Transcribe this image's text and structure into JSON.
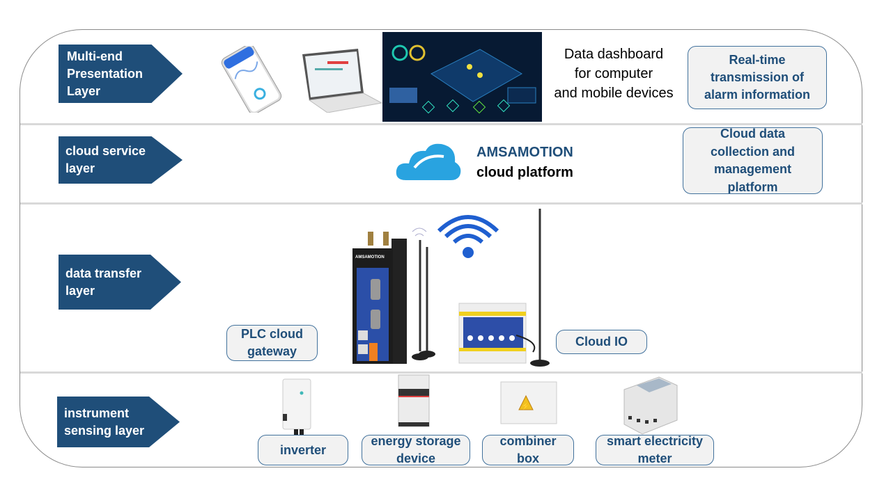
{
  "layers": [
    {
      "label": "Multi-end\nPresentation\n Layer"
    },
    {
      "label": "cloud service\nlayer"
    },
    {
      "label": "data transfer\nlayer"
    },
    {
      "label": "instrument\nsensing layer"
    }
  ],
  "presentation": {
    "description": "Data dashboard\nfor computer\nand mobile devices",
    "alarm_box": "Real-time\ntransmission of\nalarm information"
  },
  "cloud": {
    "brand": "AMSAMOTION",
    "platform": "cloud platform",
    "collection_box": "Cloud data\ncollection and\nmanagement\nplatform"
  },
  "transfer": {
    "gateway_box": "PLC cloud\ngateway",
    "cloud_io_box": "Cloud IO",
    "gateway_brand": "AMSAMOTION"
  },
  "sensing": {
    "devices": [
      {
        "label": "inverter"
      },
      {
        "label": "energy storage\ndevice"
      },
      {
        "label": "combiner\nbox"
      },
      {
        "label": "smart electricity\nmeter"
      }
    ]
  },
  "colors": {
    "layer_fill": "#1f4e79",
    "box_fill": "#f2f2f2",
    "box_border": "#41719c",
    "cloud_blue": "#29a3e0",
    "wifi_blue": "#1f5fd0"
  }
}
